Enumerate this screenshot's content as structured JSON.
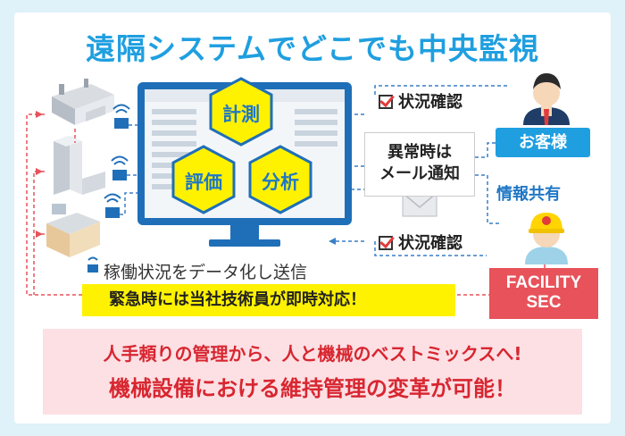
{
  "title": "遠隔システムでどこでも中央監視",
  "hexagons": {
    "measure": "計測",
    "evaluate": "評価",
    "analyze": "分析"
  },
  "status_check_top": "状況確認",
  "status_check_bottom": "状況確認",
  "customer": "お客様",
  "info_share": "情報共有",
  "alert": {
    "line1": "異常時は",
    "line2": "メール通知"
  },
  "facility": {
    "line1": "FACILITY",
    "line2": "SEC"
  },
  "send_status": "稼働状況をデータ化し送信",
  "emergency": "緊急時には当社技術員が即時対応！",
  "bottom": {
    "line1": "人手頼りの管理から、人と機械のベストミックスへ!",
    "line2": "機械設備における維持管理の変革が可能！"
  },
  "colors": {
    "accent_blue": "#1f9fe0",
    "hex_yellow": "#fff200",
    "alert_red": "#e8525a",
    "dash_red": "#e8525a",
    "dash_blue": "#3a7fc6"
  }
}
